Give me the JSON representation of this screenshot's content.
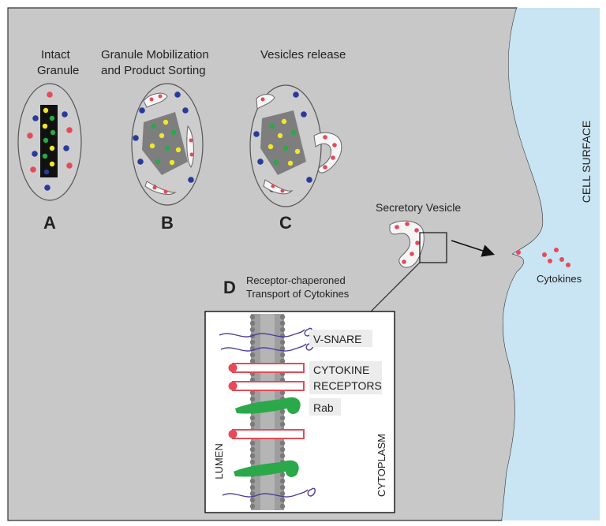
{
  "colors": {
    "cell_bg": "#c8c8c8",
    "surface_bg": "#c9e4f2",
    "granule_fill": "#cdcdcd",
    "product_core": "#7e7e7e",
    "dot_blue": "#2a3a9a",
    "dot_red": "#e44a5a",
    "dot_yellow": "#f2e62a",
    "dot_green": "#2aa84a",
    "rab_green": "#2aa84a",
    "vsnare_purple": "#4a3a9a"
  },
  "stages": {
    "a": {
      "title_line1": "Intact",
      "title_line2": "Granule",
      "letter": "A"
    },
    "b": {
      "title_line1": "Granule Mobilization",
      "title_line2": "and Product Sorting",
      "letter": "B"
    },
    "c": {
      "title_line1": "Vesicles release",
      "letter": "C"
    }
  },
  "cell_surface_label": "CELL SURFACE",
  "secretory_vesicle_label": "Secretory Vesicle",
  "cytokines_label": "Cytokines",
  "inset": {
    "letter": "D",
    "title_line1": "Receptor-chaperoned",
    "title_line2": "Transport of Cytokines",
    "vsnare_label": "V-SNARE",
    "receptors_label_line1": "CYTOKINE",
    "receptors_label_line2": "RECEPTORS",
    "rab_label": "Rab",
    "lumen_label": "LUMEN",
    "cytoplasm_label": "CYTOPLASM"
  },
  "icons": {
    "arrow": "arrow-right-icon"
  }
}
